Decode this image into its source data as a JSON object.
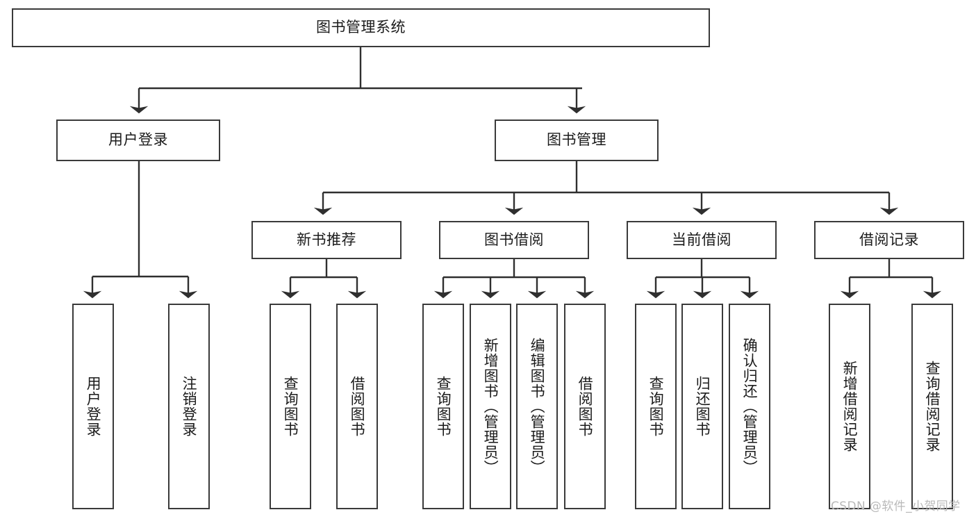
{
  "diagram": {
    "title": "图书管理系统",
    "type": "tree-hierarchy-chart",
    "watermark": "CSDN @软件_小贺同学",
    "colors": {
      "box_border": "#3a3a3a",
      "box_fill": "#ffffff",
      "edge": "#2f2f2f",
      "text": "#1b1b1b",
      "watermark": "#b9b9b9"
    }
  },
  "nodes": {
    "root": {
      "label": "图书管理系统"
    },
    "level2": [
      {
        "label": "用户登录"
      },
      {
        "label": "图书管理"
      }
    ],
    "level3": [
      {
        "label": "新书推荐"
      },
      {
        "label": "图书借阅"
      },
      {
        "label": "当前借阅"
      },
      {
        "label": "借阅记录"
      }
    ],
    "leaves": {
      "user_login": [
        {
          "label": "用户登录"
        },
        {
          "label": "注销登录"
        }
      ],
      "new_book_recommend": [
        {
          "label": "查询图书"
        },
        {
          "label": "借阅图书"
        }
      ],
      "book_borrow": [
        {
          "label": "查询图书"
        },
        {
          "label": "新增图书（管理员）"
        },
        {
          "label": "编辑图书（管理员）"
        },
        {
          "label": "借阅图书"
        }
      ],
      "current_borrow": [
        {
          "label": "查询图书"
        },
        {
          "label": "归还图书"
        },
        {
          "label": "确认归还（管理员）"
        }
      ],
      "borrow_record": [
        {
          "label": "新增借阅记录"
        },
        {
          "label": "查询借阅记录"
        }
      ]
    }
  },
  "chart_data": {
    "type": "table",
    "title": "图书管理系统",
    "hierarchy": [
      {
        "label": "图书管理系统",
        "level": 1,
        "children": [
          {
            "label": "用户登录",
            "level": 2,
            "children": [
              {
                "label": "用户登录",
                "level": 3
              },
              {
                "label": "注销登录",
                "level": 3
              }
            ]
          },
          {
            "label": "图书管理",
            "level": 2,
            "children": [
              {
                "label": "新书推荐",
                "level": 3,
                "children": [
                  {
                    "label": "查询图书",
                    "level": 4
                  },
                  {
                    "label": "借阅图书",
                    "level": 4
                  }
                ]
              },
              {
                "label": "图书借阅",
                "level": 3,
                "children": [
                  {
                    "label": "查询图书",
                    "level": 4
                  },
                  {
                    "label": "新增图书（管理员）",
                    "level": 4
                  },
                  {
                    "label": "编辑图书（管理员）",
                    "level": 4
                  },
                  {
                    "label": "借阅图书",
                    "level": 4
                  }
                ]
              },
              {
                "label": "当前借阅",
                "level": 3,
                "children": [
                  {
                    "label": "查询图书",
                    "level": 4
                  },
                  {
                    "label": "归还图书",
                    "level": 4
                  },
                  {
                    "label": "确认归还（管理员）",
                    "level": 4
                  }
                ]
              },
              {
                "label": "借阅记录",
                "level": 3,
                "children": [
                  {
                    "label": "新增借阅记录",
                    "level": 4
                  },
                  {
                    "label": "查询借阅记录",
                    "level": 4
                  }
                ]
              }
            ]
          }
        ]
      }
    ]
  }
}
